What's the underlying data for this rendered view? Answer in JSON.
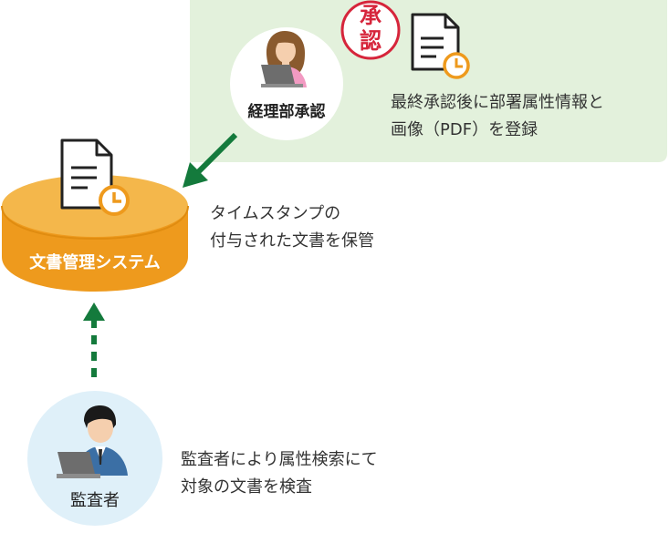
{
  "approval": {
    "label": "経理部承認",
    "stamp_top": "承",
    "stamp_bottom": "認",
    "desc_line1": "最終承認後に部署属性情報と",
    "desc_line2": "画像（PDF）を登録"
  },
  "system": {
    "label": "文書管理システム",
    "desc_line1": "タイムスタンプの",
    "desc_line2": "付与された文書を保管"
  },
  "auditor": {
    "label": "監査者",
    "desc_line1": "監査者により属性検索にて",
    "desc_line2": "対象の文書を検査"
  },
  "colors": {
    "panel_bg": "#e3f1dc",
    "circle_bg": "#ffffff",
    "auditor_circle_bg": "#dff0f9",
    "cylinder_orange": "#ee9a1d",
    "cylinder_top": "#f4b74b",
    "arrow_green": "#147a3c",
    "stamp_red": "#d6253b",
    "doc_outline": "#222222",
    "clock_orange": "#ee9a1d"
  },
  "icons": {
    "approver": "approver-person-icon",
    "auditor": "auditor-person-icon",
    "document": "document-clock-icon"
  }
}
